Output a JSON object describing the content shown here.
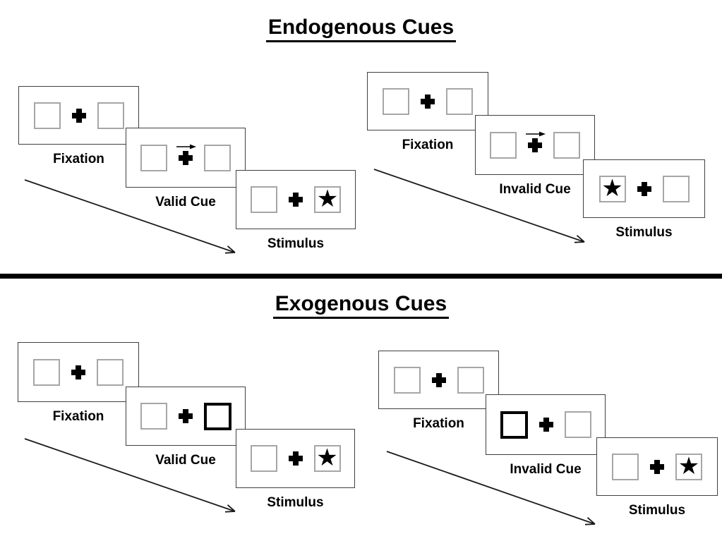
{
  "page": {
    "background": "#ffffff",
    "divider_color": "#000000"
  },
  "colors": {
    "text": "#000000",
    "panel_border": "#404040",
    "box_border": "#a6a6a6",
    "bold_box_border": "#000000",
    "arrow": "#1a1a1a"
  },
  "icons": {
    "star_glyph": "★",
    "fixation_cross": "heavy-plus-css-shape",
    "cue_arrow": "small-right-arrow",
    "sequence_arrow": "diagonal-open-head-arrow"
  },
  "sections": [
    {
      "title": "Endogenous Cues",
      "sequences": [
        {
          "name": "valid",
          "cue_type": "central-arrow",
          "cue_direction": "right",
          "stimulus_side": "right",
          "panels": [
            {
              "label": "Fixation"
            },
            {
              "label": "Valid Cue"
            },
            {
              "label": "Stimulus"
            }
          ]
        },
        {
          "name": "invalid",
          "cue_type": "central-arrow",
          "cue_direction": "right",
          "stimulus_side": "left",
          "panels": [
            {
              "label": "Fixation"
            },
            {
              "label": "Invalid Cue"
            },
            {
              "label": "Stimulus"
            }
          ]
        }
      ]
    },
    {
      "title": "Exogenous Cues",
      "sequences": [
        {
          "name": "valid",
          "cue_type": "peripheral-box-highlight",
          "cue_side": "right",
          "stimulus_side": "right",
          "panels": [
            {
              "label": "Fixation"
            },
            {
              "label": "Valid Cue"
            },
            {
              "label": "Stimulus"
            }
          ]
        },
        {
          "name": "invalid",
          "cue_type": "peripheral-box-highlight",
          "cue_side": "left",
          "stimulus_side": "right",
          "panels": [
            {
              "label": "Fixation"
            },
            {
              "label": "Invalid Cue"
            },
            {
              "label": "Stimulus"
            }
          ]
        }
      ]
    }
  ]
}
